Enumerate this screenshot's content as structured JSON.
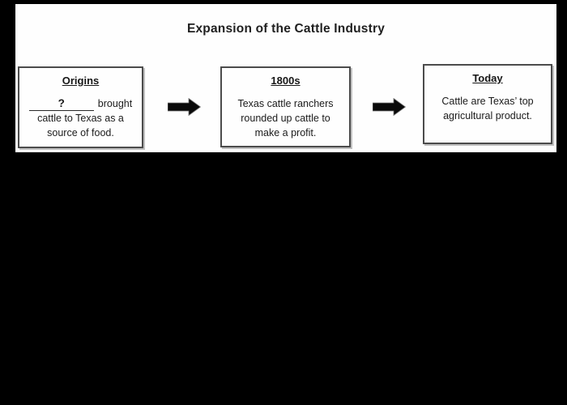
{
  "title": "Expansion of the Cattle Industry",
  "diagram": {
    "boxes": [
      {
        "id": "origins",
        "heading": "Origins",
        "blank_mark": "?",
        "blank_suffix": "brought",
        "lines": [
          "cattle to Texas as a",
          "source of food."
        ]
      },
      {
        "id": "1800s",
        "heading": "1800s",
        "lines": [
          "Texas cattle ranchers",
          "rounded up cattle to",
          "make a profit."
        ]
      },
      {
        "id": "today",
        "heading": "Today",
        "lines": [
          "Cattle are Texas’ top",
          "agricultural product."
        ]
      }
    ],
    "arrows": [
      "right-block-arrow",
      "right-block-arrow"
    ],
    "colors": {
      "page_background": "#000000",
      "sheet_background": "#fefefe",
      "box_border": "#4c4c4c",
      "text": "#1b1b1b",
      "arrow_fill": "#0a0a0a"
    }
  }
}
